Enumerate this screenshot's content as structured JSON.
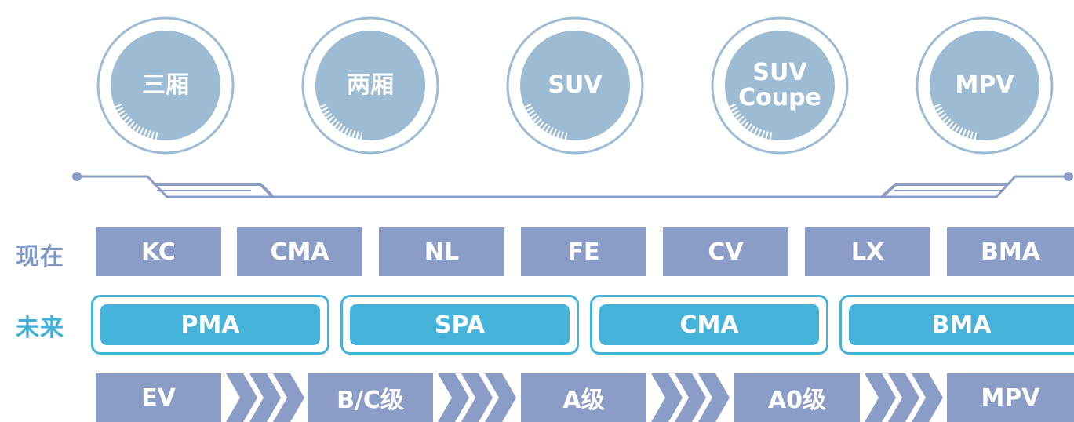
{
  "body_types": [
    {
      "id": "sedan",
      "lines": [
        "三厢"
      ]
    },
    {
      "id": "hatchback",
      "lines": [
        "两厢"
      ]
    },
    {
      "id": "suv",
      "lines": [
        "SUV"
      ]
    },
    {
      "id": "suv-coupe",
      "lines": [
        "SUV",
        "Coupe"
      ]
    },
    {
      "id": "mpv",
      "lines": [
        "MPV"
      ]
    }
  ],
  "rows": {
    "now_label": "现在",
    "future_label": "未来"
  },
  "now_platforms": [
    "KC",
    "CMA",
    "NL",
    "FE",
    "CV",
    "LX",
    "BMA"
  ],
  "future_platforms": [
    "PMA",
    "SPA",
    "CMA",
    "BMA"
  ],
  "evolution": [
    "EV",
    "B/C级",
    "A级",
    "A0级",
    "MPV"
  ],
  "colors": {
    "circle_fill": "#9dbbd3",
    "circle_ring": "#8fb2cc",
    "now_fill": "#8b9dc7",
    "future_fill": "#45b3d9",
    "now_label": "#7f97c4",
    "future_label": "#3fb0d6"
  }
}
